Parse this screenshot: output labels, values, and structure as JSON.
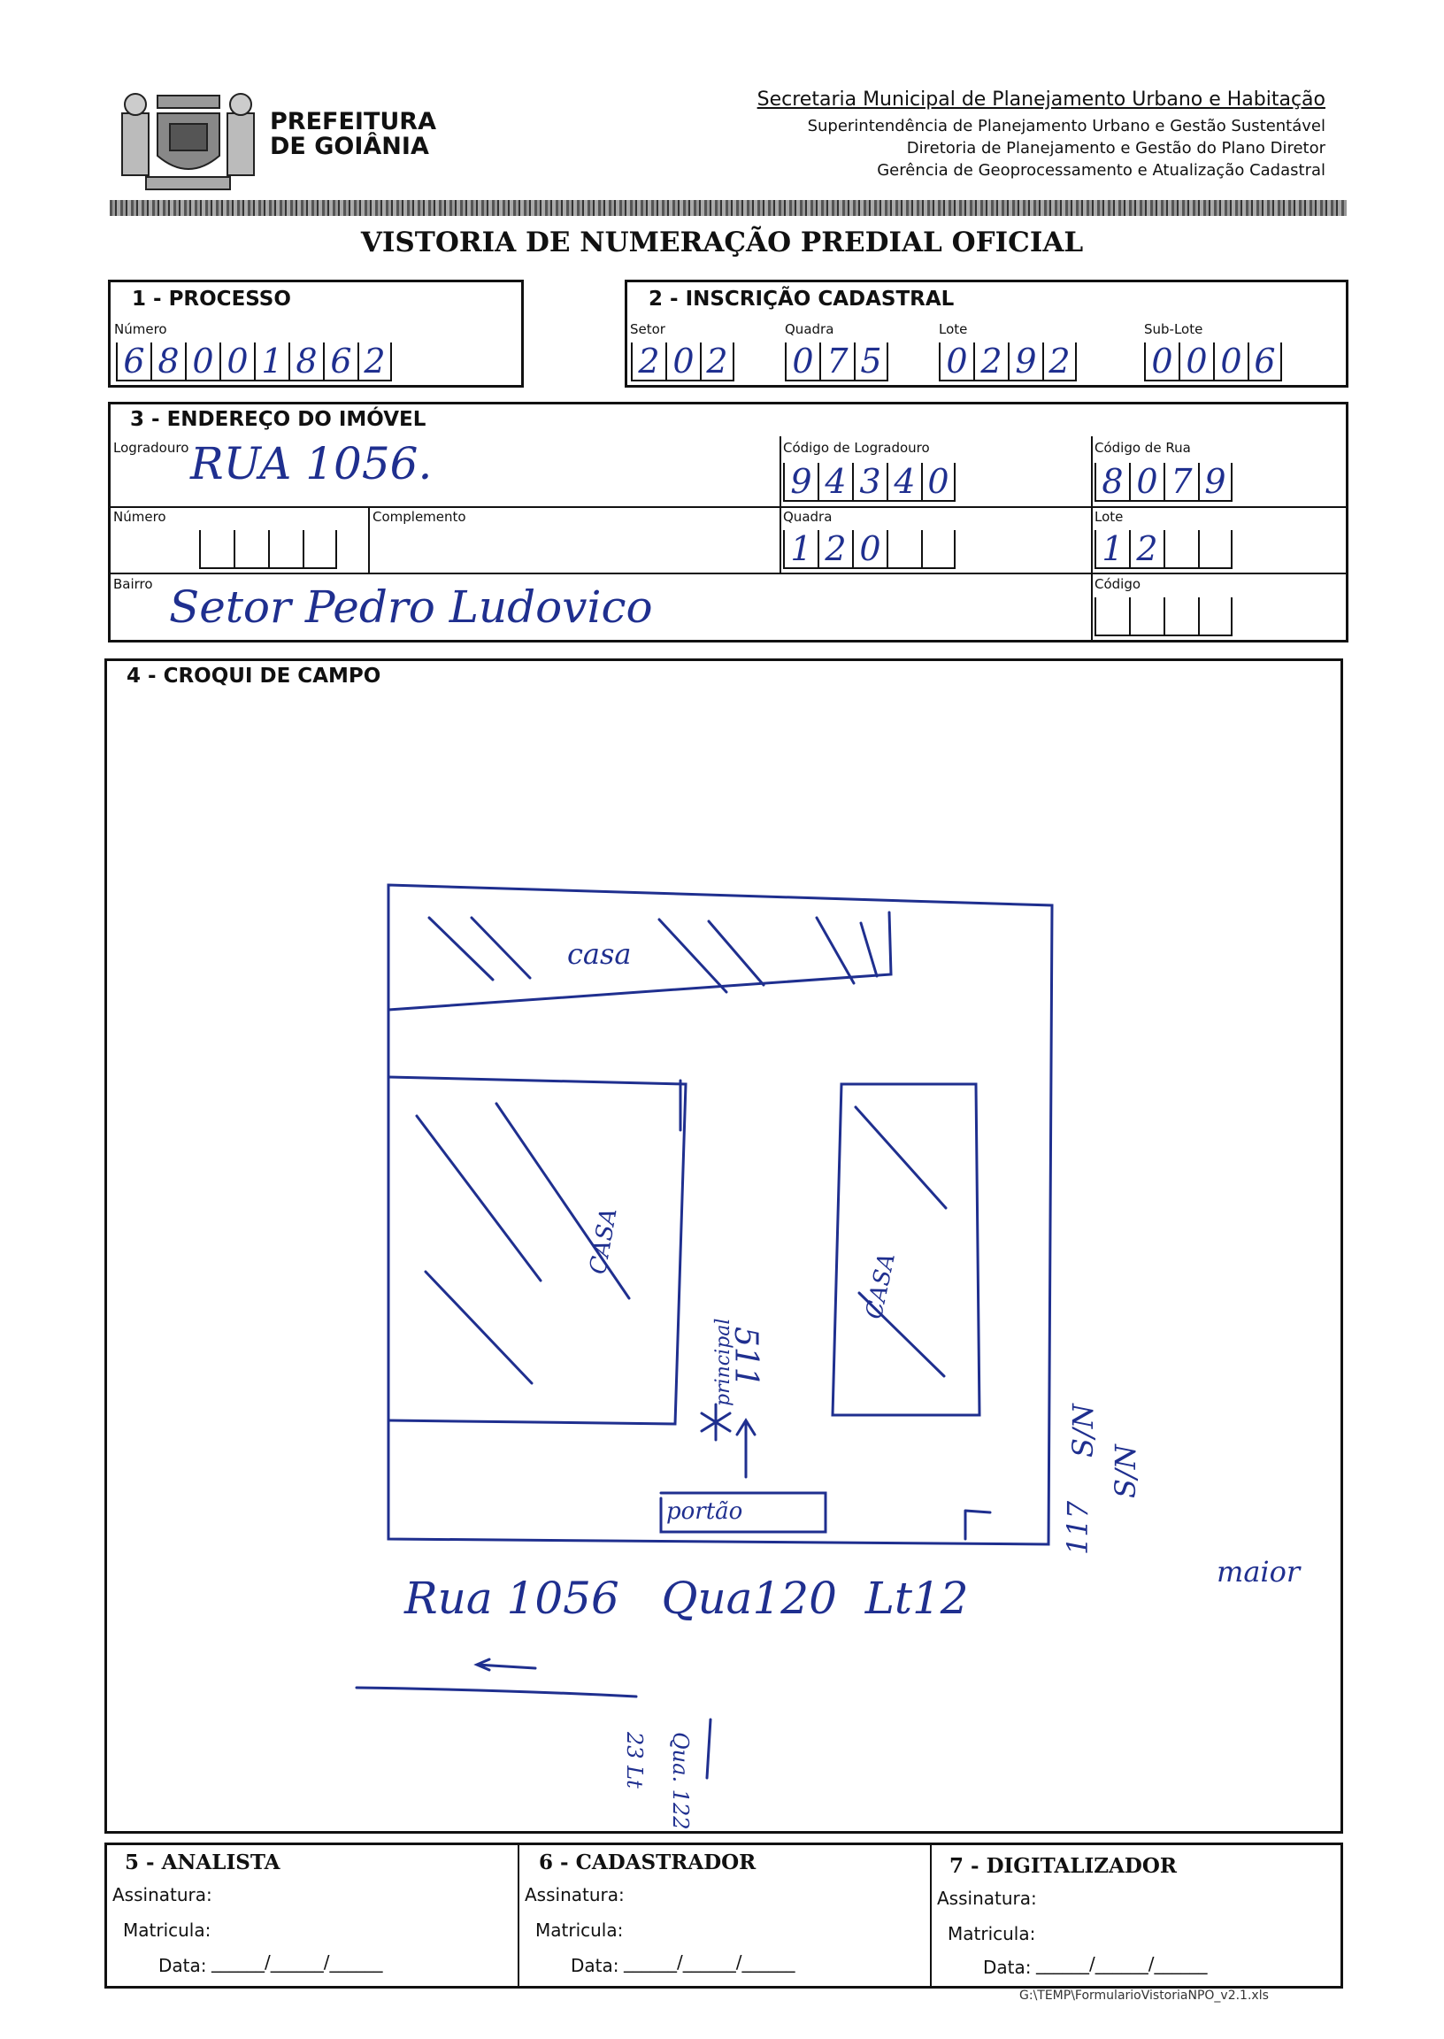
{
  "header": {
    "brand_line1": "PREFEITURA",
    "brand_line2": "DE GOIÂNIA",
    "secretaria": "Secretaria Municipal de Planejamento Urbano e Habitação",
    "line2": "Superintendência de Planejamento Urbano e Gestão Sustentável",
    "line3": "Diretoria de Planejamento e Gestão do Plano Diretor",
    "line4": "Gerência de Geoprocessamento e Atualização Cadastral"
  },
  "form_title": "VISTORIA DE NUMERAÇÃO PREDIAL OFICIAL",
  "processo": {
    "title": "1 - PROCESSO",
    "numero_label": "Número",
    "digits": [
      "6",
      "8",
      "0",
      "0",
      "1",
      "8",
      "6",
      "2"
    ]
  },
  "inscricao": {
    "title": "2 - INSCRIÇÃO CADASTRAL",
    "setor_label": "Setor",
    "setor_digits": [
      "2",
      "0",
      "2"
    ],
    "quadra_label": "Quadra",
    "quadra_digits": [
      "0",
      "7",
      "5"
    ],
    "lote_label": "Lote",
    "lote_digits": [
      "0",
      "2",
      "9",
      "2"
    ],
    "sublote_label": "Sub-Lote",
    "sublote_digits": [
      "0",
      "0",
      "0",
      "6"
    ]
  },
  "endereco": {
    "title": "3 - ENDEREÇO DO IMÓVEL",
    "logradouro_label": "Logradouro",
    "logradouro_value": "RUA 1056.",
    "cod_logradouro_label": "Código de Logradouro",
    "cod_logradouro_digits": [
      "9",
      "4",
      "3",
      "4",
      "0"
    ],
    "cod_rua_label": "Código de Rua",
    "cod_rua_digits": [
      "8",
      "0",
      "7",
      "9"
    ],
    "numero_label": "Número",
    "complemento_label": "Complemento",
    "quadra_label": "Quadra",
    "quadra_digits": [
      "1",
      "2",
      "0",
      "",
      ""
    ],
    "lote_label": "Lote",
    "lote_digits": [
      "1",
      "2",
      "",
      ""
    ],
    "bairro_label": "Bairro",
    "bairro_value": "Setor Pedro Ludovico",
    "codigo_label": "Código"
  },
  "croqui": {
    "title": "4 - CROQUI DE CAMPO",
    "casa_top": "casa",
    "casa_left": "CASA",
    "casa_right": "CASA",
    "principal": "principal",
    "number": "511",
    "portao": "portão",
    "sn_right": "S/N",
    "number_right": "117",
    "sn_far": "S/N",
    "rua_line": "Rua 1056   Qua120  Lt12",
    "maior": "maior",
    "qua_122": "Qua. 122",
    "lt_note": "23 Lt"
  },
  "footer": {
    "analista_title": "5 - ANALISTA",
    "cadastrador_title": "6 - CADASTRADOR",
    "digitalizador_title": "7 - DIGITALIZADOR",
    "assinatura": "Assinatura:",
    "matricula": "Matricula:",
    "data": "Data:",
    "data_blank": "______/______/______",
    "file_path": "G:\\TEMP\\FormularioVistoriaNPO_v2.1.xls"
  }
}
